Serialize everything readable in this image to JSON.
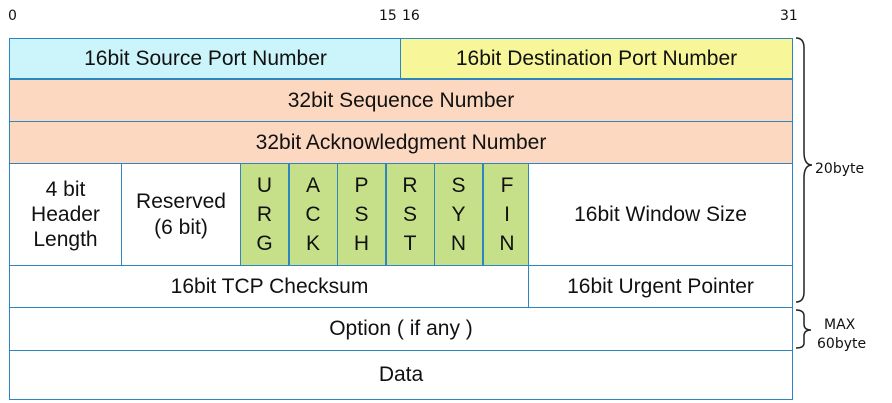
{
  "bit_labels": {
    "b0": "0",
    "b15": "15",
    "b16": "16",
    "b31": "31"
  },
  "rows": {
    "source_port": "16bit Source Port Number",
    "dest_port": "16bit Destination Port Number",
    "sequence": "32bit Sequence Number",
    "ack": "32bit Acknowledgment Number",
    "header_length": "4 bit Header Length",
    "reserved": "Reserved (6 bit)",
    "flags": [
      {
        "letters": [
          "U",
          "R",
          "G"
        ]
      },
      {
        "letters": [
          "A",
          "C",
          "K"
        ]
      },
      {
        "letters": [
          "P",
          "S",
          "H"
        ]
      },
      {
        "letters": [
          "R",
          "S",
          "T"
        ]
      },
      {
        "letters": [
          "S",
          "Y",
          "N"
        ]
      },
      {
        "letters": [
          "F",
          "I",
          "N"
        ]
      }
    ],
    "window_size": "16bit Window Size",
    "checksum": "16bit TCP Checksum",
    "urgent_pointer": "16bit Urgent Pointer",
    "option": "Option ( if any )",
    "data": "Data"
  },
  "side_labels": {
    "header_size": "20byte",
    "max_line1": "MAX",
    "max_line2": "60byte"
  },
  "colors": {
    "border": "#2e86c1",
    "cyan": "#ccf5fb",
    "yellow": "#f7f79a",
    "salmon": "#fcd8c0",
    "green": "#c6e08a"
  }
}
